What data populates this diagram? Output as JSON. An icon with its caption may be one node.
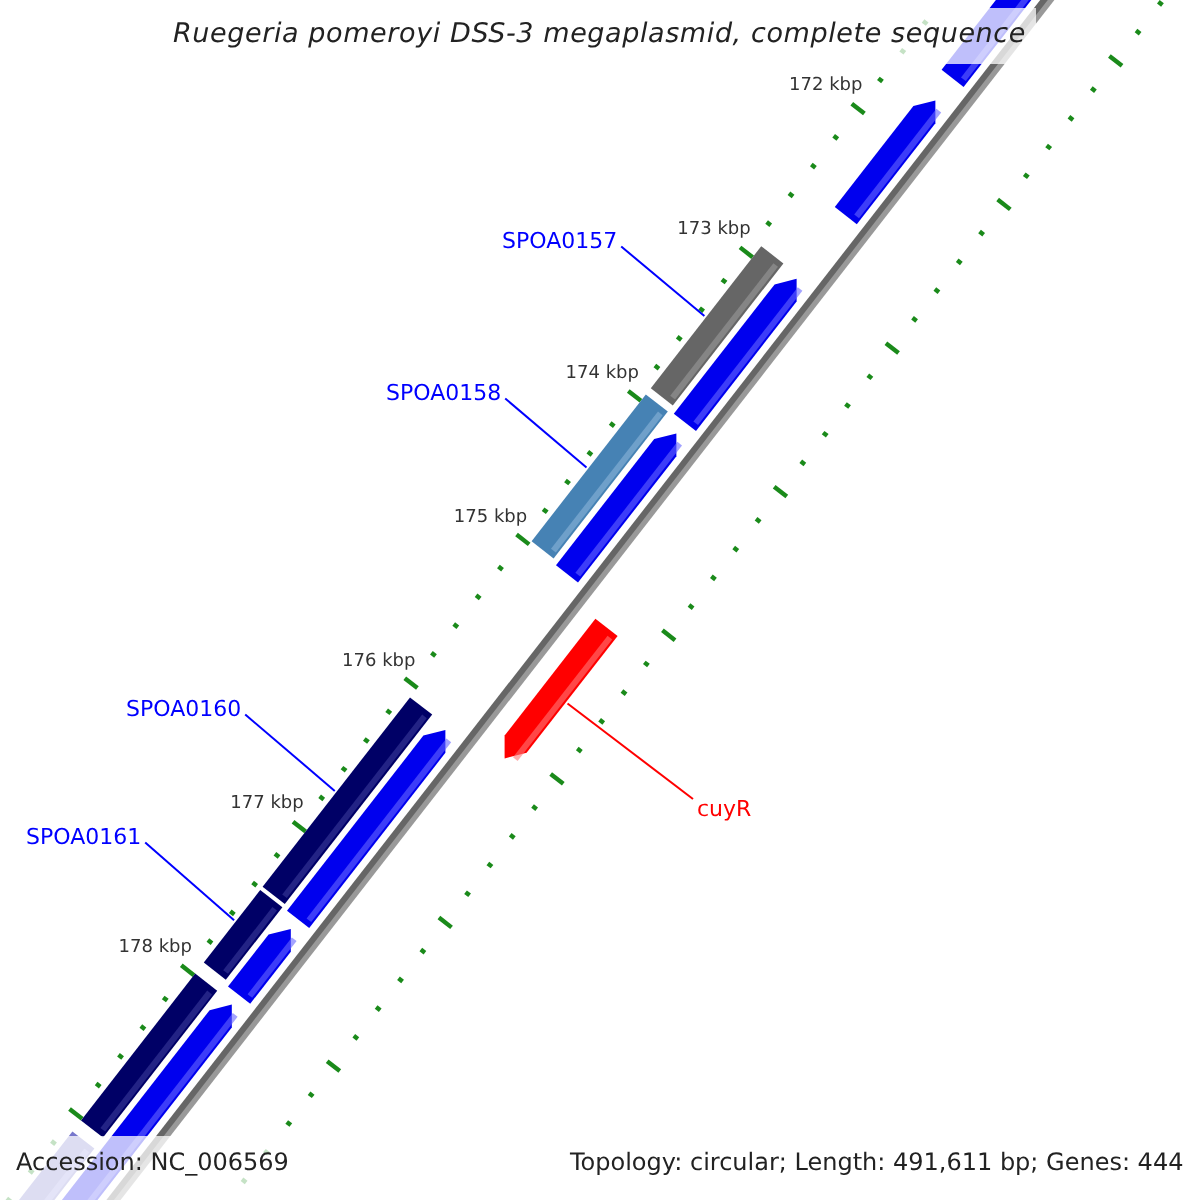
{
  "diagram": {
    "title": "Ruegeria pomeroyi DSS-3 megaplasmid, complete sequence",
    "nodes": [
      {
        "text": [
          "SPOA0157"
        ]
      },
      {
        "text": [],
        "shape": "bar"
      },
      {
        "text": [
          "SPOA0158"
        ]
      },
      {
        "text": [],
        "shape": "bar"
      },
      {
        "text": [
          "SPOA0160"
        ]
      },
      {
        "text": [],
        "shape": "bar"
      },
      {
        "text": [
          "SPOA0161"
        ]
      },
      {
        "text": [],
        "shape": "bar"
      },
      {
        "text": [],
        "shape": "bar"
      },
      {
        "text": [
          "cuyR"
        ]
      }
    ],
    "edges": [
      {
        "from": 0,
        "to": 1,
        "arrow": "none"
      },
      {
        "from": 2,
        "to": 3,
        "arrow": "none"
      },
      {
        "from": 4,
        "to": 5,
        "arrow": "none"
      },
      {
        "from": 6,
        "to": 7,
        "arrow": "none"
      },
      {
        "from": 9,
        "to": 8,
        "arrow": "none",
        "color": "#ff0000"
      }
    ],
    "labels": [
      "172 kbp",
      "173 kbp",
      "174 kbp",
      "175 kbp",
      "176 kbp",
      "177 kbp",
      "178 kbp",
      "Accession: NC_006569",
      "Topology: circular; Length: 491,611 bp; Genes: 444"
    ]
  }
}
